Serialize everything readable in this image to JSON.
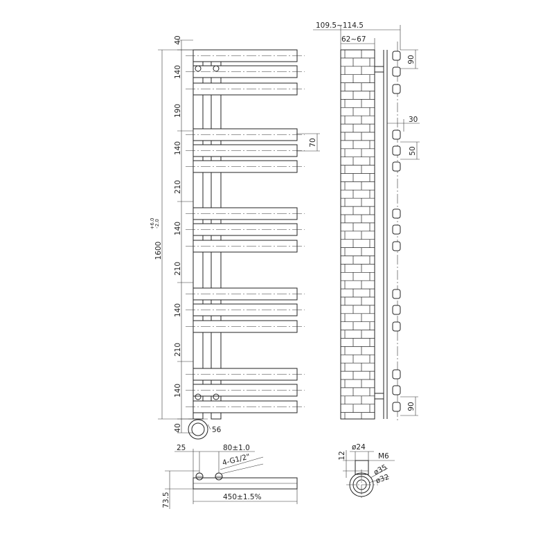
{
  "front_view": {
    "left_dims": [
      "40",
      "140",
      "190",
      "140",
      "210",
      "140",
      "210",
      "140",
      "210",
      "140",
      "40"
    ],
    "overall_height": "1600",
    "tol_upper": "+6.0",
    "tol_lower": "-2.0",
    "bar_spacing": "70",
    "pipe_dia": "56"
  },
  "side_view": {
    "depth_total": "109.5~114.5",
    "depth_wall": "62~67",
    "top_offset": "90",
    "bottom_offset": "90",
    "bar_depth": "30",
    "bar_height": "50"
  },
  "bottom_view": {
    "offset": "25",
    "inlet_spacing": "80±1.0",
    "thread": "4-G1/2\"",
    "width": "450±1.5%",
    "height": "73.5"
  },
  "detail_view": {
    "height": "12",
    "dia_small": "ø24",
    "bolt": "M6",
    "dia_outer": "ø35",
    "dia_inner": "ø32"
  }
}
